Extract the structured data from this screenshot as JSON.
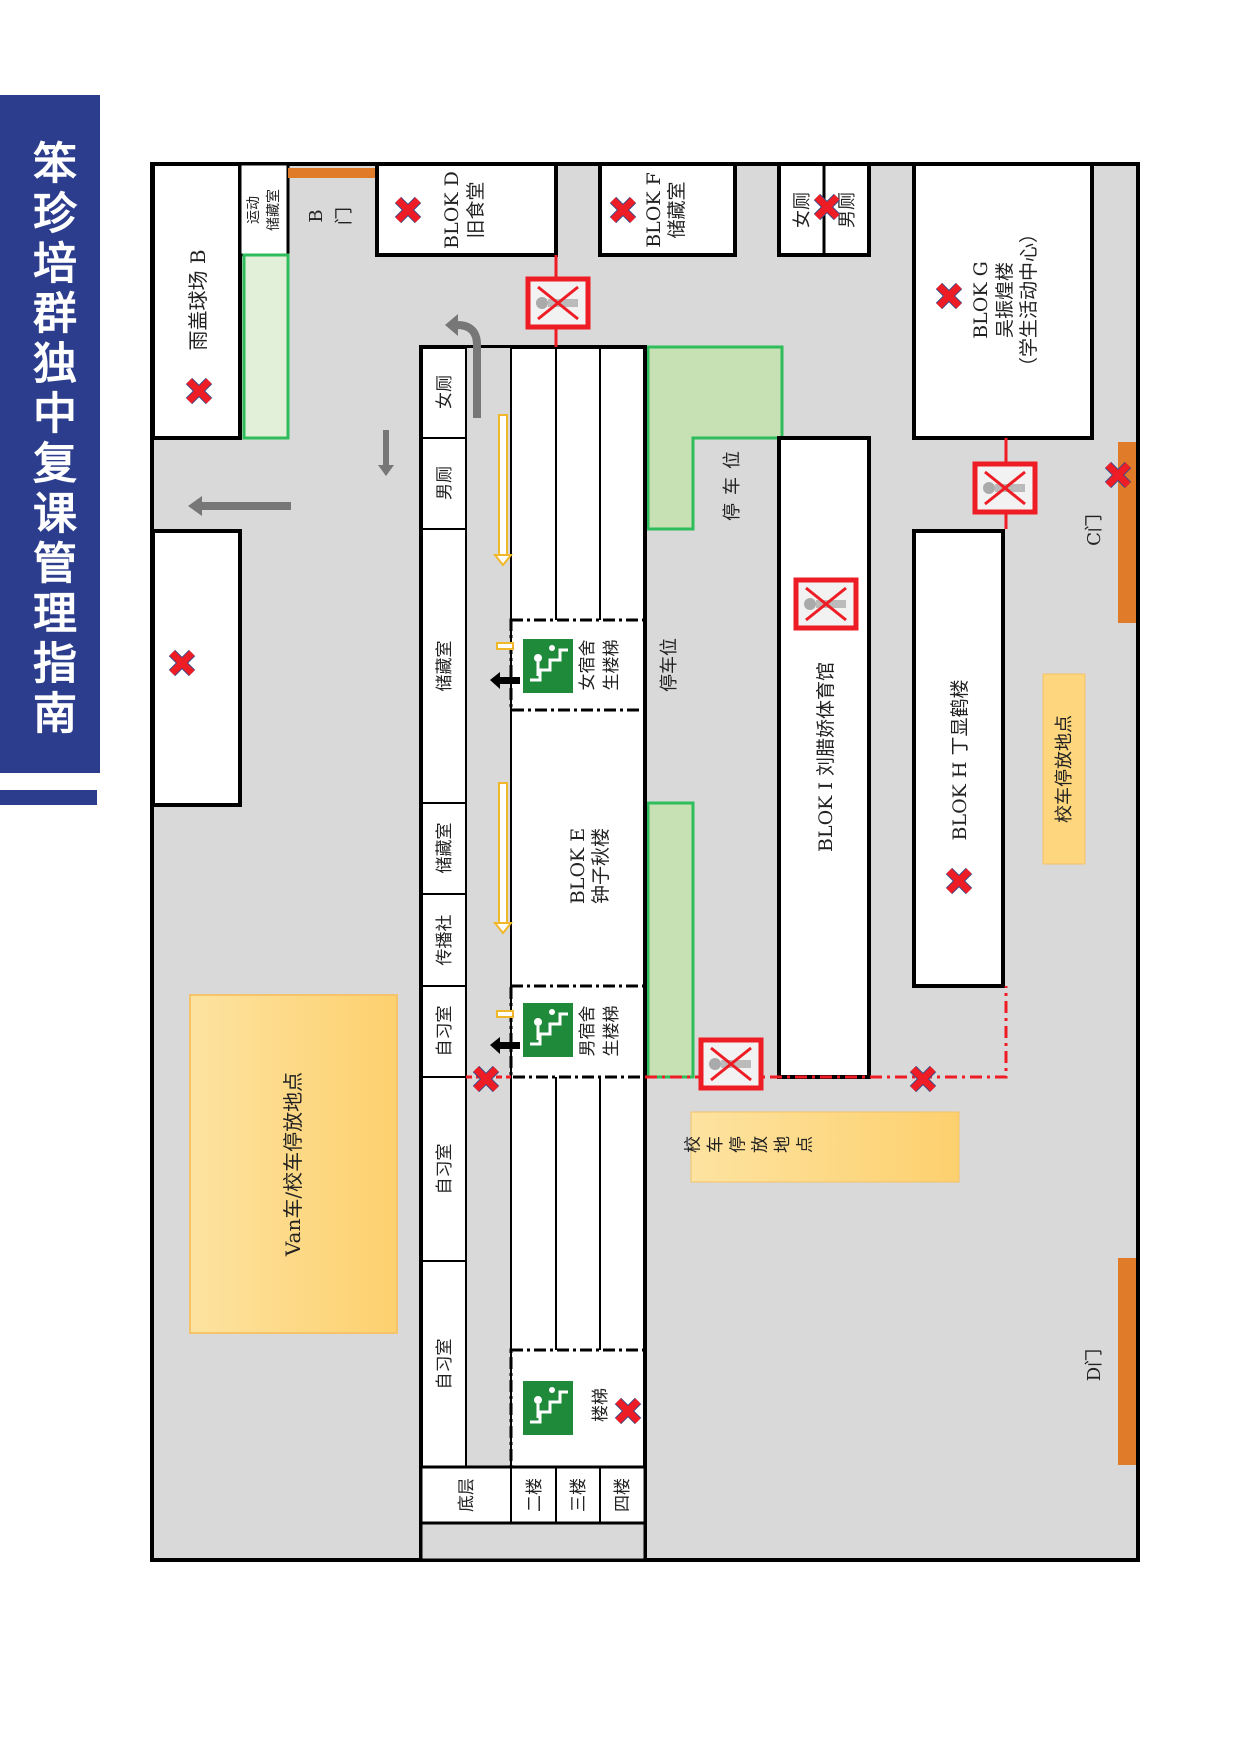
{
  "sidebar": {
    "title": "笨珍培群独中复课管理指南"
  },
  "map": {
    "rain_court": "雨盖球场 B",
    "sports_storage": [
      "运动",
      "储藏室"
    ],
    "gate_b": [
      "B",
      "门"
    ],
    "blok_d": [
      "BLOK D",
      "旧食堂"
    ],
    "blok_f": [
      "BLOK F",
      "储藏室"
    ],
    "toilet_female": "女厕",
    "toilet_male": "男厕",
    "blok_g": [
      "BLOK G",
      "吴振煌楼",
      "（学生活动中心）"
    ],
    "gate_c": "C门",
    "gate_d": "D门",
    "parking_top": "停车位",
    "parking_mid": "停车位",
    "blok_i": "BLOK I 刘腊娇体育馆",
    "blok_h": "BLOK H 丁显鹤楼",
    "school_bus_right": "校车停放地点",
    "school_bus_bottom": "校 车 停 放 地 点",
    "van_area": "Van车/校车停放地点",
    "blok_e": [
      "BLOK E",
      "钟子秋楼"
    ],
    "rooms": [
      "女厕",
      "男厕",
      "储藏室",
      "储藏室",
      "传播社",
      "自习室",
      "自习室",
      "自习室"
    ],
    "floors": [
      "底层",
      "二楼",
      "三楼",
      "四楼"
    ],
    "stairs_female": [
      "女宿舍",
      "生楼梯"
    ],
    "stairs_male": [
      "男宿舍",
      "生楼梯"
    ],
    "stairs": "楼梯"
  },
  "colors": {
    "accent": "#2b3d8c",
    "ground": "#d9d9d9",
    "gate": "#e07b2a",
    "parking": "#c7e0b4",
    "bus_area": "#fdd67e",
    "no_entry": "#ee1c24",
    "exit_sign": "#1f8a3a"
  }
}
